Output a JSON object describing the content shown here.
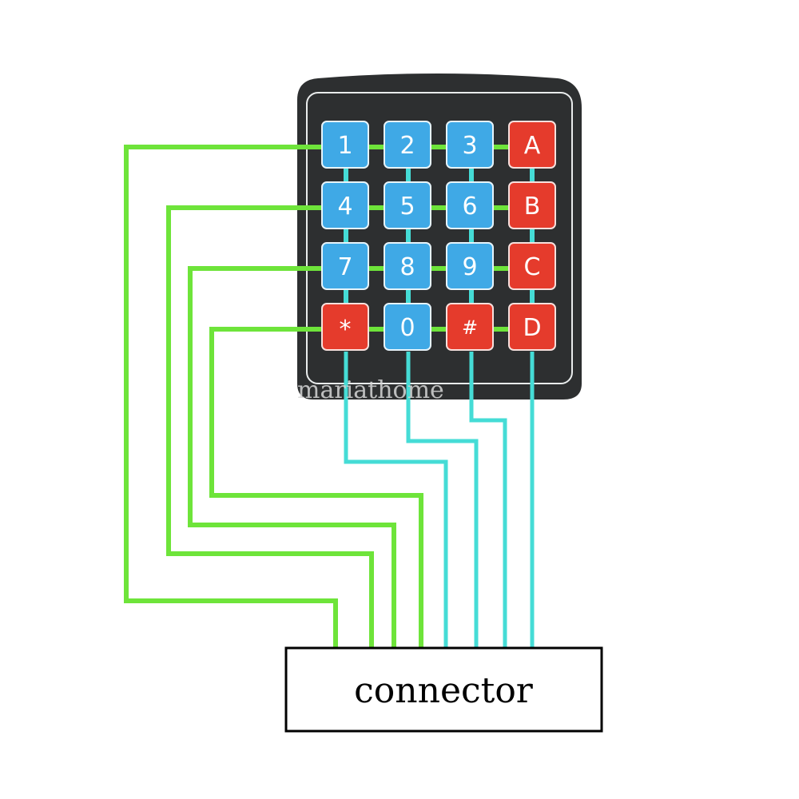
{
  "keypad": {
    "keys": [
      [
        "1",
        "2",
        "3",
        "A"
      ],
      [
        "4",
        "5",
        "6",
        "B"
      ],
      [
        "7",
        "8",
        "9",
        "C"
      ],
      [
        "*",
        "0",
        "#",
        "D"
      ]
    ],
    "key_colors": [
      [
        "blue",
        "blue",
        "blue",
        "red"
      ],
      [
        "blue",
        "blue",
        "blue",
        "red"
      ],
      [
        "blue",
        "blue",
        "blue",
        "red"
      ],
      [
        "red",
        "blue",
        "red",
        "red"
      ]
    ]
  },
  "connector": {
    "label": "connector"
  },
  "watermark": "mariathome",
  "colors": {
    "blue_key": "#3fa9e6",
    "red_key": "#e53b2c",
    "panel": "#2d2f30",
    "row_wire": "#6ee43a",
    "column_wire": "#45dcd6",
    "connector_border": "#000000"
  }
}
